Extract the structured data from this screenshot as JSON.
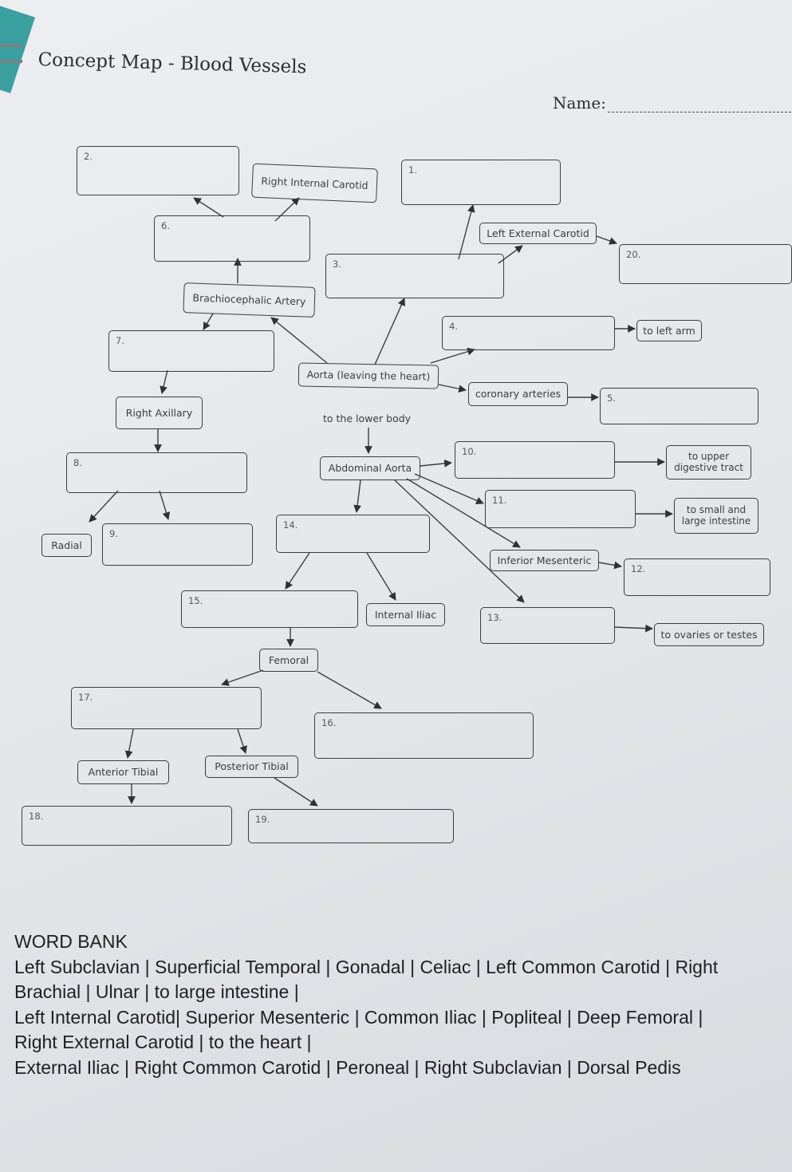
{
  "title": "Concept Map - Blood Vessels",
  "name_label": "Name:",
  "nodes": {
    "n1": "1.",
    "n2": "2.",
    "n3": "3.",
    "n4": "4.",
    "n5": "5.",
    "n6": "6.",
    "n7": "7.",
    "n8": "8.",
    "n9": "9.",
    "n10": "10.",
    "n11": "11.",
    "n12": "12.",
    "n13": "13.",
    "n14": "14.",
    "n15": "15.",
    "n16": "16.",
    "n17": "17.",
    "n18": "18.",
    "n19": "19.",
    "n20": "20."
  },
  "labels": {
    "right_internal_carotid": "Right Internal Carotid",
    "left_external_carotid": "Left External Carotid",
    "brachiocephalic_artery": "Brachiocephalic Artery",
    "aorta": "Aorta (leaving the heart)",
    "coronary_arteries": "coronary arteries",
    "to_left_arm": "to left arm",
    "right_axillary": "Right Axillary",
    "to_lower_body": "to the lower body",
    "abdominal_aorta": "Abdominal Aorta",
    "to_upper_digestive": "to upper digestive tract",
    "to_small_large_intestine": "to small and large intestine",
    "radial": "Radial",
    "inferior_mesenteric": "Inferior Mesenteric",
    "internal_iliac": "Internal Iliac",
    "to_ovaries_testes": "to ovaries or testes",
    "femoral": "Femoral",
    "anterior_tibial": "Anterior Tibial",
    "posterior_tibial": "Posterior Tibial"
  },
  "word_bank": {
    "heading": "WORD BANK",
    "lines": [
      "Left Subclavian | Superficial Temporal | Gonadal | Celiac | Left Common Carotid | Right",
      "Brachial | Ulnar | to large intestine |",
      "Left Internal Carotid| Superior Mesenteric | Common Iliac | Popliteal | Deep Femoral |",
      "Right External Carotid | to the heart |",
      "External Iliac | Right Common Carotid | Peroneal | Right Subclavian | Dorsal Pedis"
    ]
  }
}
